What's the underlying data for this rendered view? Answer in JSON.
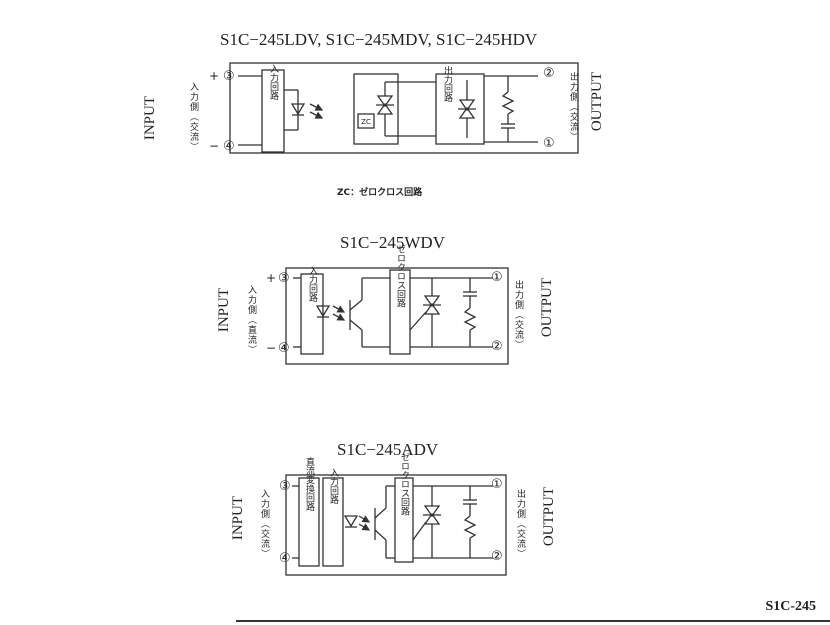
{
  "diagram1": {
    "title": "S1C−245LDV, S1C−245MDV, S1C−245HDV",
    "input_label": "INPUT",
    "input_side": "入力側（交流）",
    "output_label": "OUTPUT",
    "output_side": "出力側（交流）",
    "input_circuit": "入力回路",
    "output_circuit": "出力回路",
    "zc_box": "ZC",
    "plus": "+",
    "minus": "−",
    "terminal_top_left": "③",
    "terminal_bottom_left": "④",
    "terminal_top_right": "②",
    "terminal_bottom_right": "①",
    "note": "ZC：ゼロクロス回路"
  },
  "diagram2": {
    "title": "S1C−245WDV",
    "input_label": "INPUT",
    "input_side": "入力側（直流）",
    "output_label": "OUTPUT",
    "output_side": "出力側（交流）",
    "input_circuit": "入力回路",
    "zero_cross_circuit": "ゼロクロス回路",
    "plus": "+",
    "minus": "−",
    "terminal_top_left": "③",
    "terminal_bottom_left": "④",
    "terminal_top_right": "①",
    "terminal_bottom_right": "②"
  },
  "diagram3": {
    "title": "S1C−245ADV",
    "input_label": "INPUT",
    "input_side": "入力側（交流）",
    "output_label": "OUTPUT",
    "output_side": "出力側（交流）",
    "dc_conversion_circuit": "直流変換回路",
    "input_circuit": "入力回路",
    "zero_cross_circuit": "ゼロクロス回路",
    "terminal_top_left": "③",
    "terminal_bottom_left": "④",
    "terminal_top_right": "①",
    "terminal_bottom_right": "②"
  },
  "footer": {
    "model": "S1C-245"
  }
}
